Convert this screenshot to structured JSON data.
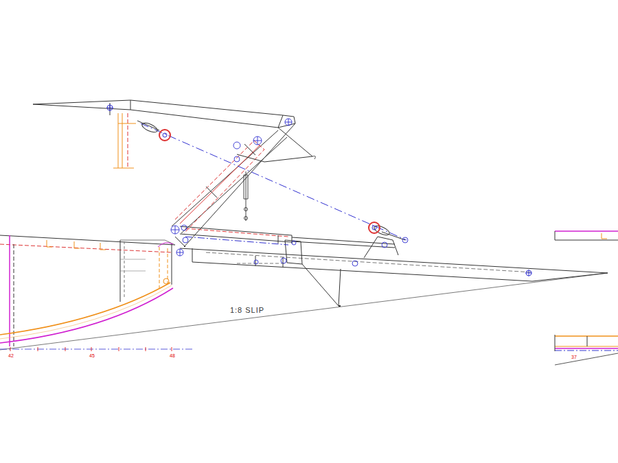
{
  "diagram": {
    "labels": [
      "1:8 SLIP",
      "42",
      "45",
      "48",
      "37"
    ]
  }
}
